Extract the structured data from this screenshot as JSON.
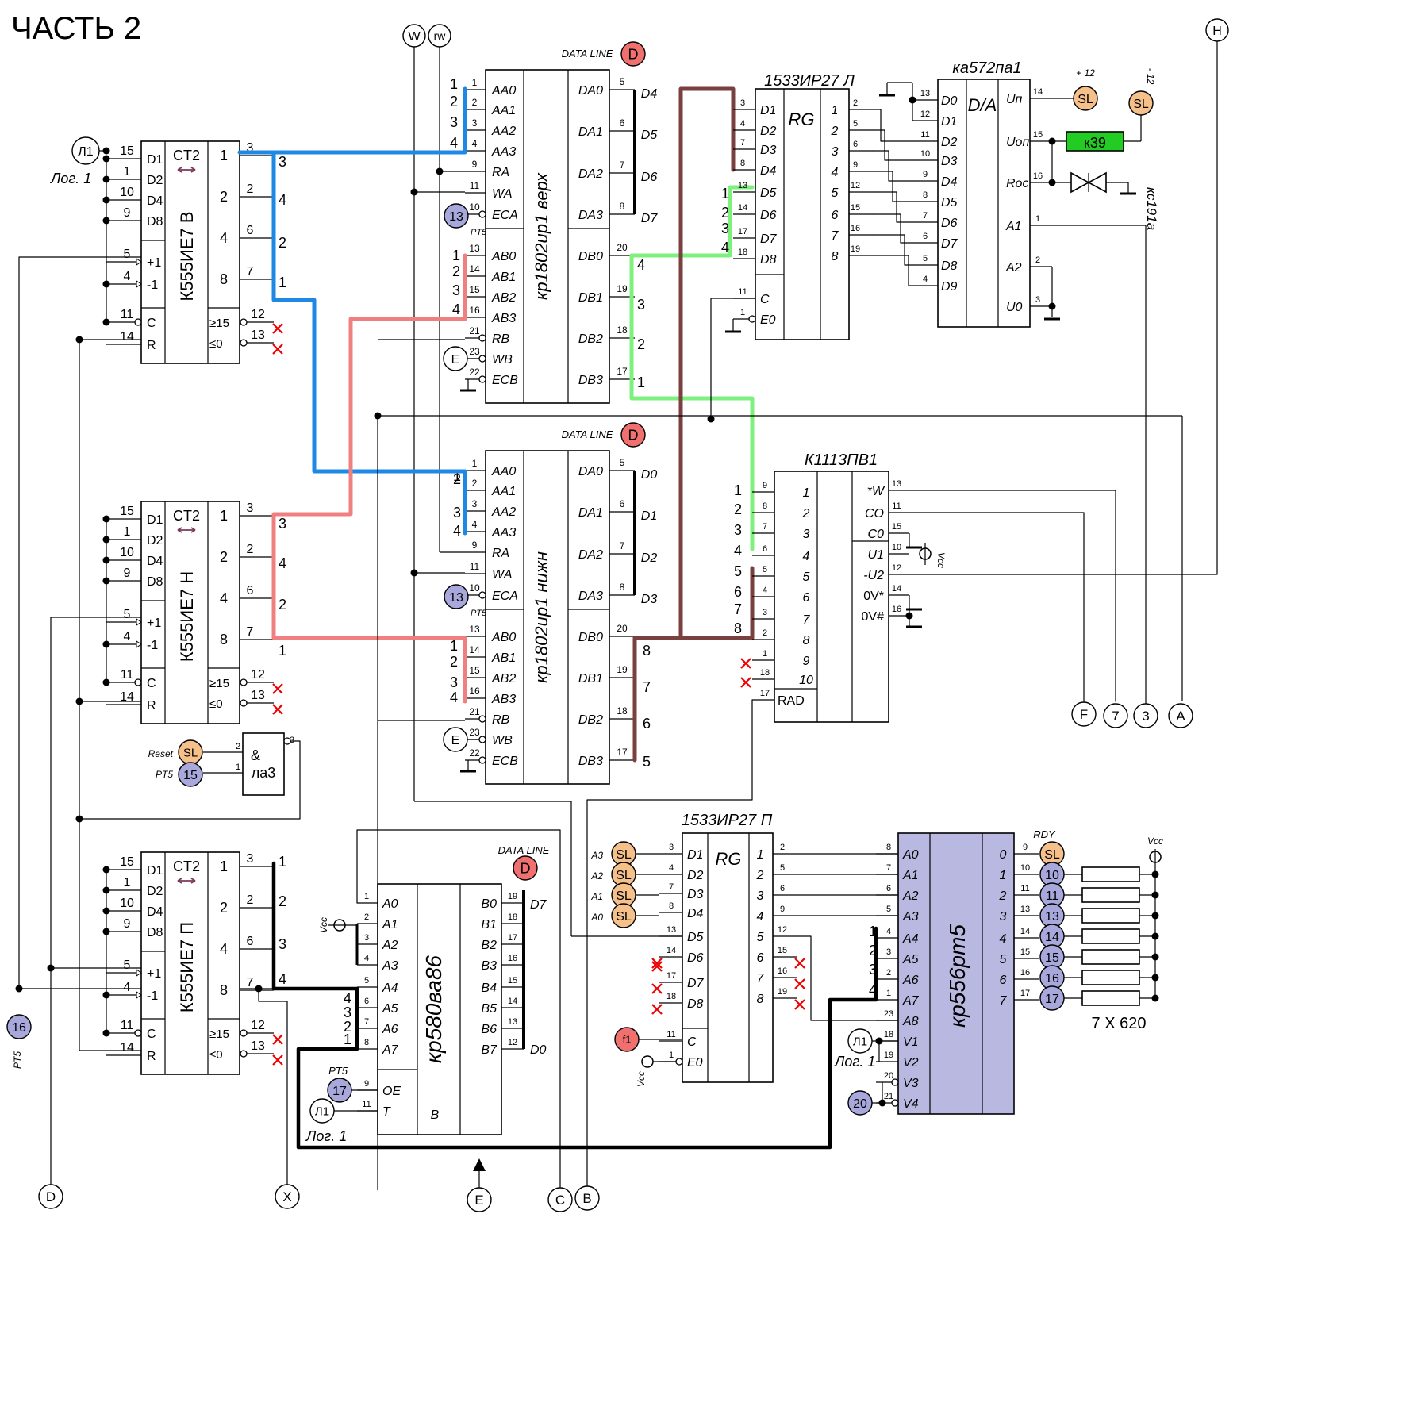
{
  "title": "ЧАСТЬ 2",
  "colors": {
    "blue_bus": "#1e88e5",
    "pink_bus": "#f08080",
    "green_bus": "#7ef07e",
    "brown_bus": "#7a4040",
    "black_bus": "#000000",
    "ram_body": "#b8b8e0",
    "sl_marker": "#f6c08a",
    "d_marker": "#f07070",
    "blue_marker": "#a8a8dc",
    "resistor_k39": "#22cc22"
  },
  "chips": {
    "ctr_b": {
      "name": "К555ИЕ7 В",
      "func": "CT2",
      "inputs": [
        "D1",
        "D2",
        "D4",
        "D8",
        "+1",
        "-1",
        "C",
        "R"
      ],
      "in_pins": [
        "15",
        "1",
        "10",
        "9",
        "5",
        "4",
        "11",
        "14"
      ],
      "outputs": [
        "1",
        "2",
        "4",
        "8"
      ],
      "out_pins": [
        "3",
        "2",
        "6",
        "7"
      ],
      "extra": [
        "≥15",
        "≤0"
      ],
      "extra_pins": [
        "12",
        "13"
      ]
    },
    "ctr_h": {
      "name": "К555ИЕ7 Н",
      "func": "CT2",
      "inputs": [
        "D1",
        "D2",
        "D4",
        "D8",
        "+1",
        "-1",
        "C",
        "R"
      ],
      "in_pins": [
        "15",
        "1",
        "10",
        "9",
        "5",
        "4",
        "11",
        "14"
      ],
      "outputs": [
        "1",
        "2",
        "4",
        "8"
      ],
      "out_pins": [
        "3",
        "2",
        "6",
        "7"
      ],
      "extra": [
        "≥15",
        "≤0"
      ],
      "extra_pins": [
        "12",
        "13"
      ]
    },
    "ctr_p": {
      "name": "К555ИЕ7 П",
      "func": "CT2",
      "inputs": [
        "D1",
        "D2",
        "D4",
        "D8",
        "+1",
        "-1",
        "C",
        "R"
      ],
      "in_pins": [
        "15",
        "1",
        "10",
        "9",
        "5",
        "4",
        "11",
        "14"
      ],
      "outputs": [
        "1",
        "2",
        "4",
        "8"
      ],
      "out_pins": [
        "3",
        "2",
        "6",
        "7"
      ],
      "extra": [
        "≥15",
        "≤0"
      ],
      "extra_pins": [
        "12",
        "13"
      ]
    },
    "ram_top": {
      "name": "кр1802ир1 верх",
      "left": [
        "AA0",
        "AA1",
        "AA2",
        "AA3",
        "RA",
        "WA",
        "ECA",
        "AB0",
        "AB1",
        "AB2",
        "AB3",
        "RB",
        "WB",
        "ECB"
      ],
      "left_pins": [
        "1",
        "2",
        "3",
        "4",
        "9",
        "11",
        "10",
        "13",
        "14",
        "15",
        "16",
        "21",
        "23",
        "22"
      ],
      "right": [
        "DA0",
        "DA1",
        "DA2",
        "DA3",
        "DB0",
        "DB1",
        "DB2",
        "DB3"
      ],
      "right_pins": [
        "5",
        "6",
        "7",
        "8",
        "20",
        "19",
        "18",
        "17"
      ],
      "d_labels": [
        "D4",
        "D5",
        "D6",
        "D7"
      ],
      "bus_nums": [
        "4",
        "3",
        "2",
        "1"
      ],
      "data_line": "DATA LINE"
    },
    "ram_bot": {
      "name": "кр1802ир1 нижн",
      "left": [
        "AA0",
        "AA1",
        "AA2",
        "AA3",
        "RA",
        "WA",
        "ECA",
        "AB0",
        "AB1",
        "AB2",
        "AB3",
        "RB",
        "WB",
        "ECB"
      ],
      "left_pins": [
        "1",
        "2",
        "3",
        "4",
        "9",
        "11",
        "10",
        "13",
        "14",
        "15",
        "16",
        "21",
        "23",
        "22"
      ],
      "right": [
        "DA0",
        "DA1",
        "DA2",
        "DA3",
        "DB0",
        "DB1",
        "DB2",
        "DB3"
      ],
      "right_pins": [
        "5",
        "6",
        "7",
        "8",
        "20",
        "19",
        "18",
        "17"
      ],
      "d_labels": [
        "D0",
        "D1",
        "D2",
        "D3"
      ],
      "bus_nums": [
        "8",
        "7",
        "6",
        "5"
      ],
      "data_line": "DATA LINE"
    },
    "reg_l": {
      "name": "1533ИР27 Л",
      "func": "RG",
      "inputs": [
        "D1",
        "D2",
        "D3",
        "D4",
        "D5",
        "D6",
        "D7",
        "D8",
        "C",
        "E0"
      ],
      "in_pins": [
        "3",
        "4",
        "7",
        "8",
        "13",
        "14",
        "17",
        "18",
        "11",
        "1"
      ],
      "outputs": [
        "1",
        "2",
        "3",
        "4",
        "5",
        "6",
        "7",
        "8"
      ],
      "out_pins": [
        "2",
        "5",
        "6",
        "9",
        "12",
        "15",
        "16",
        "19"
      ]
    },
    "dac": {
      "name": "ка572па1",
      "func": "D/A",
      "inputs": [
        "D0",
        "D1",
        "D2",
        "D3",
        "D4",
        "D5",
        "D6",
        "D7",
        "D8",
        "D9"
      ],
      "in_pins": [
        "13",
        "12",
        "11",
        "10",
        "9",
        "8",
        "7",
        "6",
        "5",
        "4"
      ],
      "outputs": [
        "Uп",
        "Uоп",
        "Roc",
        "A1",
        "A2",
        "U0"
      ],
      "out_pins": [
        "14",
        "15",
        "16",
        "1",
        "2",
        "3"
      ],
      "plus12": "+ 12",
      "minus12": "- 12",
      "resistor": "к39",
      "zener": "кс191а"
    },
    "io": {
      "name": "К1113ПВ1",
      "inputs": [
        "1",
        "2",
        "3",
        "4",
        "5",
        "6",
        "7",
        "8",
        "9",
        "10",
        "RAD"
      ],
      "in_pins": [
        "9",
        "8",
        "7",
        "6",
        "5",
        "4",
        "3",
        "2",
        "1",
        "18",
        "17"
      ],
      "outputs": [
        "*W",
        "CO",
        "C0",
        "U1",
        "-U2",
        "0V*",
        "0V#"
      ],
      "out_pins": [
        "13",
        "11",
        "15",
        "10",
        "12",
        "14",
        "16"
      ],
      "vcc": "Vcc"
    },
    "buf": {
      "name": "кр580ва86",
      "left": [
        "A0",
        "A1",
        "A2",
        "A3",
        "A4",
        "A5",
        "A6",
        "A7",
        "OE",
        "T"
      ],
      "left_pins": [
        "1",
        "2",
        "3",
        "4",
        "5",
        "6",
        "7",
        "8",
        "9",
        "11"
      ],
      "right": [
        "B0",
        "B1",
        "B2",
        "B3",
        "B4",
        "B5",
        "B6",
        "B7"
      ],
      "right_pins": [
        "19",
        "18",
        "17",
        "16",
        "15",
        "14",
        "13",
        "12"
      ],
      "d7": "D7",
      "d0": "D0",
      "b_label": "B",
      "vcc": "Vcc",
      "data_line": "DATA LINE"
    },
    "reg_p": {
      "name": "1533ИР27 П",
      "func": "RG",
      "inputs": [
        "D1",
        "D2",
        "D3",
        "D4",
        "D5",
        "D6",
        "D7",
        "D8",
        "C",
        "E0"
      ],
      "in_pins": [
        "3",
        "4",
        "7",
        "8",
        "13",
        "14",
        "17",
        "18",
        "11",
        "1"
      ],
      "outputs": [
        "1",
        "2",
        "3",
        "4",
        "5",
        "6",
        "7",
        "8"
      ],
      "out_pins": [
        "2",
        "5",
        "6",
        "9",
        "12",
        "15",
        "16",
        "19"
      ],
      "vcc": "Vcc"
    },
    "prom": {
      "name": "кр556рт5",
      "inputs": [
        "A0",
        "A1",
        "A2",
        "A3",
        "A4",
        "A5",
        "A6",
        "A7",
        "A8",
        "V1",
        "V2",
        "V3",
        "V4"
      ],
      "in_pins": [
        "8",
        "7",
        "6",
        "5",
        "4",
        "3",
        "2",
        "1",
        "23",
        "18",
        "19",
        "20",
        "21"
      ],
      "outputs": [
        "0",
        "1",
        "2",
        "3",
        "4",
        "5",
        "6",
        "7"
      ],
      "out_pins": [
        "9",
        "10",
        "11",
        "13",
        "14",
        "15",
        "16",
        "17"
      ],
      "rdy": "RDY",
      "vcc": "Vcc",
      "resistors": "7 X 620"
    },
    "nand": {
      "symbol": "&",
      "name": "ла3",
      "pins": [
        "2",
        "1",
        "3"
      ],
      "reset": "Reset",
      "pt5": "PT5"
    }
  },
  "markers": {
    "W": "W",
    "rw": "rw",
    "H": "H",
    "D": "D",
    "E": "E",
    "X": "X",
    "C": "C",
    "B": "B",
    "F": "F",
    "n7": "7",
    "n3": "3",
    "A": "A",
    "L1": "Л1",
    "log1": "Лог. 1",
    "SL": "SL",
    "PT5": "PT5",
    "m13": "13",
    "m15": "15",
    "m16": "16",
    "m17": "17",
    "m20": "20",
    "f1": "f1",
    "prom_outs": [
      "10",
      "11",
      "13",
      "14",
      "15",
      "16",
      "17"
    ],
    "addr": [
      "A3",
      "A2",
      "A1",
      "A0"
    ]
  }
}
